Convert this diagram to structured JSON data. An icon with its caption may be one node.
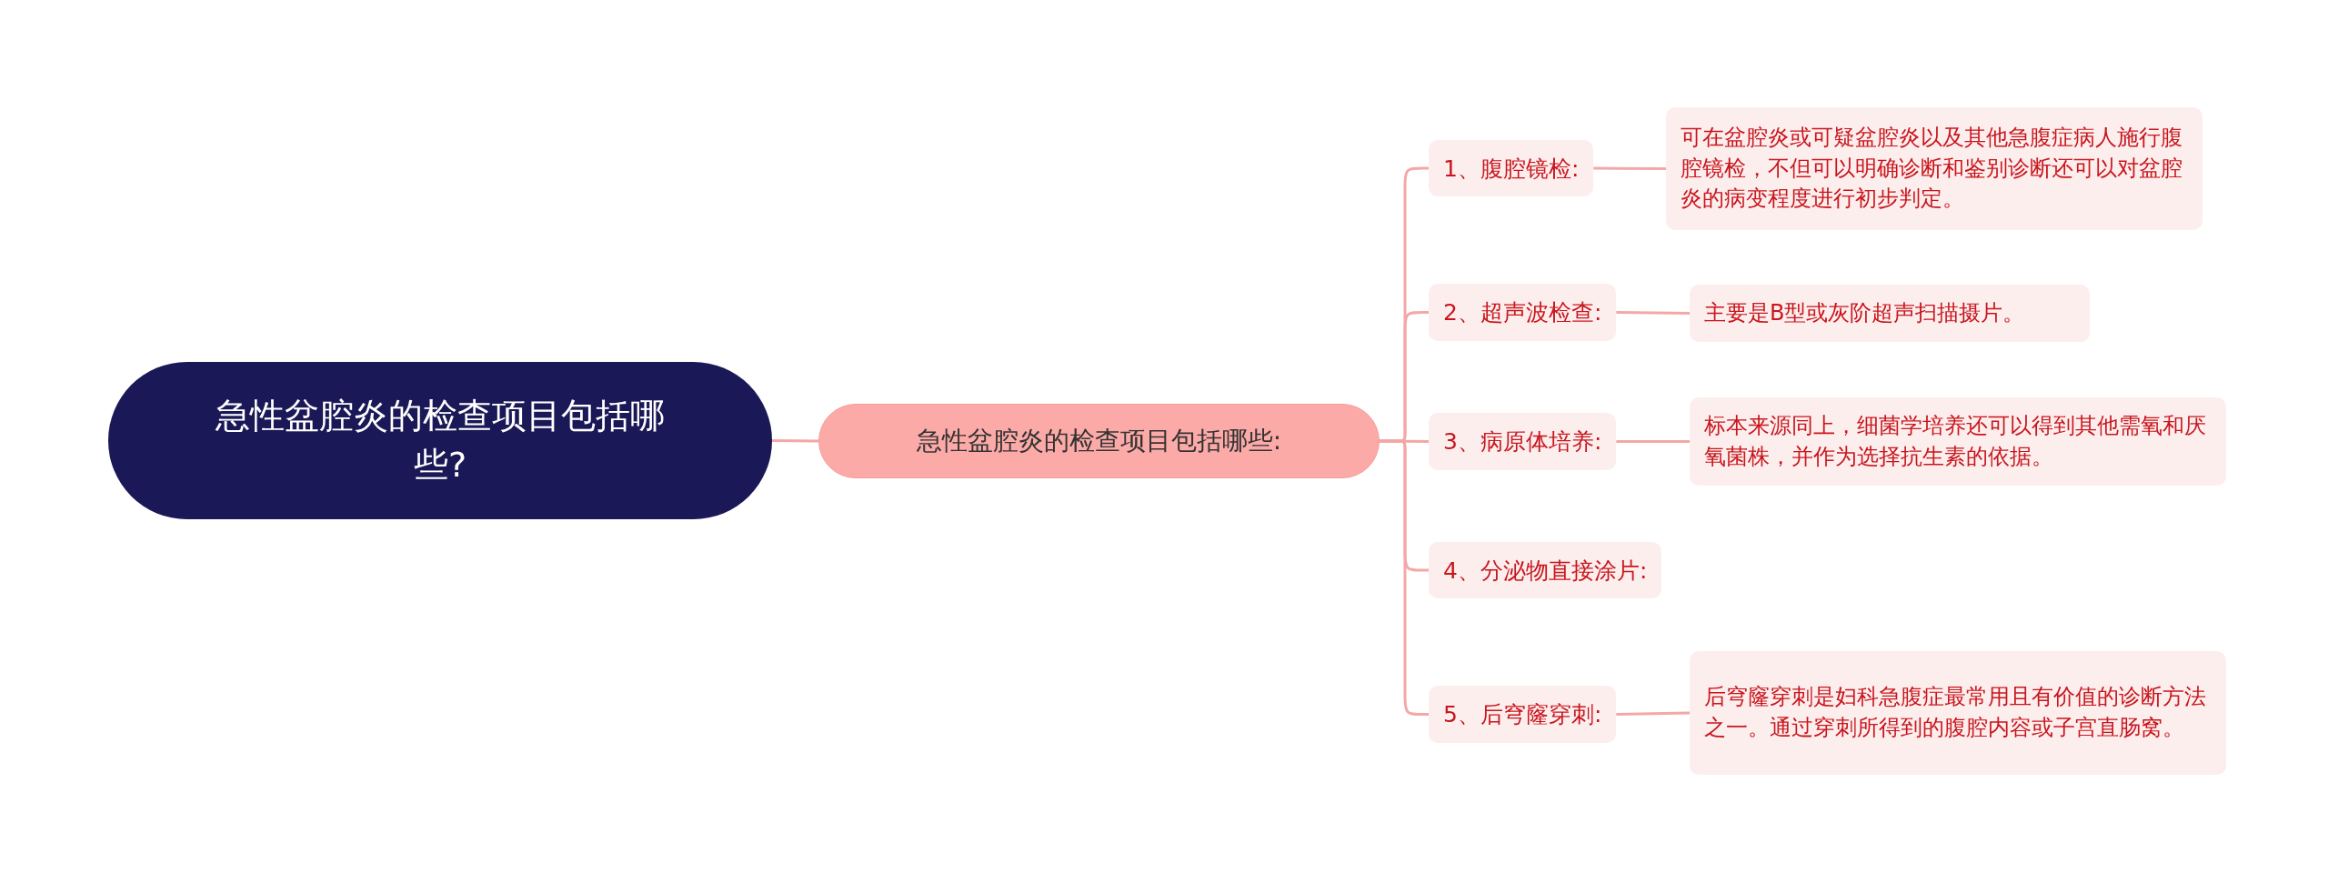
{
  "diagram": {
    "nodes": [
      {
        "text": [
          "急性盆腔炎的检查项目包括哪些?"
        ]
      },
      {
        "text": [
          "急性盆腔炎的检查项目包括哪些:"
        ]
      },
      {
        "text": [
          "1、腹腔镜检:"
        ]
      },
      {
        "text": [
          "可在盆腔炎或可疑盆腔炎以及其他急腹症病人施行腹腔镜检，不但可以明确诊断和鉴别诊断还可以对盆腔炎的病变程度进行初步判定。"
        ]
      },
      {
        "text": [
          "2、超声波检查:"
        ]
      },
      {
        "text": [
          "主要是B型或灰阶超声扫描摄片。"
        ]
      },
      {
        "text": [
          "3、病原体培养:"
        ]
      },
      {
        "text": [
          "标本来源同上，细菌学培养还可以得到其他需氧和厌氧菌株，并作为选择抗生素的依据。"
        ]
      },
      {
        "text": [
          "4、分泌物直接涂片:"
        ]
      },
      {
        "text": [
          "5、后穹窿穿刺:"
        ]
      },
      {
        "text": [
          "后穹窿穿刺是妇科急腹症最常用且有价值的诊断方法之一。通过穿刺所得到的腹腔内容或子宫直肠窝。"
        ]
      }
    ],
    "edges": [
      {
        "from": 0,
        "to": 1,
        "arrow": "none"
      },
      {
        "from": 1,
        "to": 2,
        "arrow": "none"
      },
      {
        "from": 2,
        "to": 3,
        "arrow": "none"
      },
      {
        "from": 1,
        "to": 4,
        "arrow": "none"
      },
      {
        "from": 4,
        "to": 5,
        "arrow": "none"
      },
      {
        "from": 1,
        "to": 6,
        "arrow": "none"
      },
      {
        "from": 6,
        "to": 7,
        "arrow": "none"
      },
      {
        "from": 1,
        "to": 8,
        "arrow": "none"
      },
      {
        "from": 1,
        "to": 9,
        "arrow": "none"
      },
      {
        "from": 9,
        "to": 10,
        "arrow": "none"
      }
    ]
  }
}
